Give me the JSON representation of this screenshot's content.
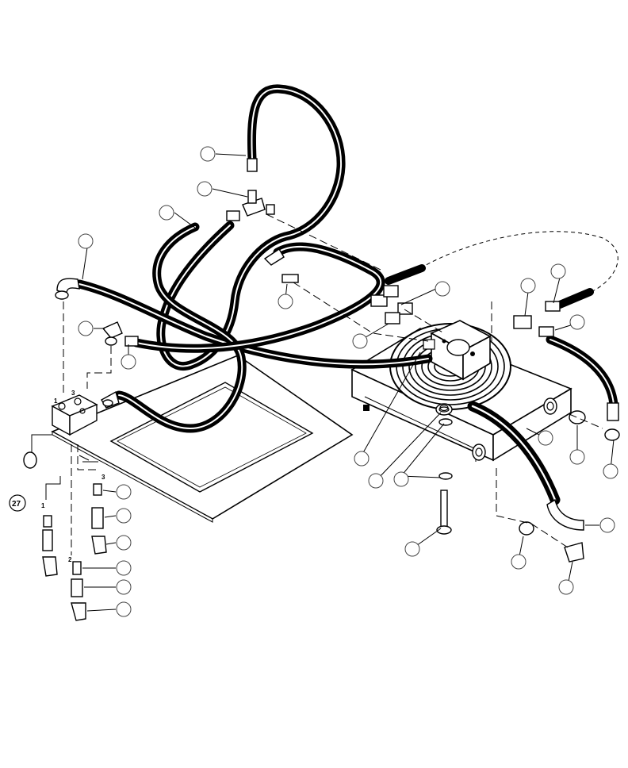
{
  "diagram": {
    "port_labels": [
      "1",
      "2",
      "3",
      "3"
    ],
    "callout_number": "27"
  }
}
